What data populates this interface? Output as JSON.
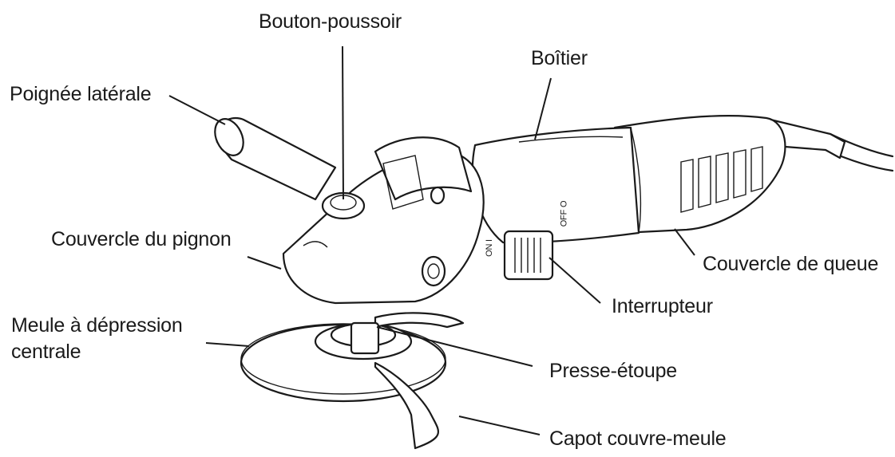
{
  "labels": {
    "bouton_poussoir": "Bouton-poussoir",
    "boitier": "Boîtier",
    "poignee_laterale": "Poignée latérale",
    "couvercle_pignon": "Couvercle du pignon",
    "couvercle_queue": "Couvercle de queue",
    "interrupteur": "Interrupteur",
    "meule_line1": "Meule à dépression",
    "meule_line2": "centrale",
    "presse_etoupe": "Presse-étoupe",
    "capot": "Capot couvre-meule"
  },
  "switch_marks": {
    "on": "ON I",
    "off": "OFF O"
  },
  "colors": {
    "ink": "#1a1a1a",
    "background": "#ffffff"
  }
}
